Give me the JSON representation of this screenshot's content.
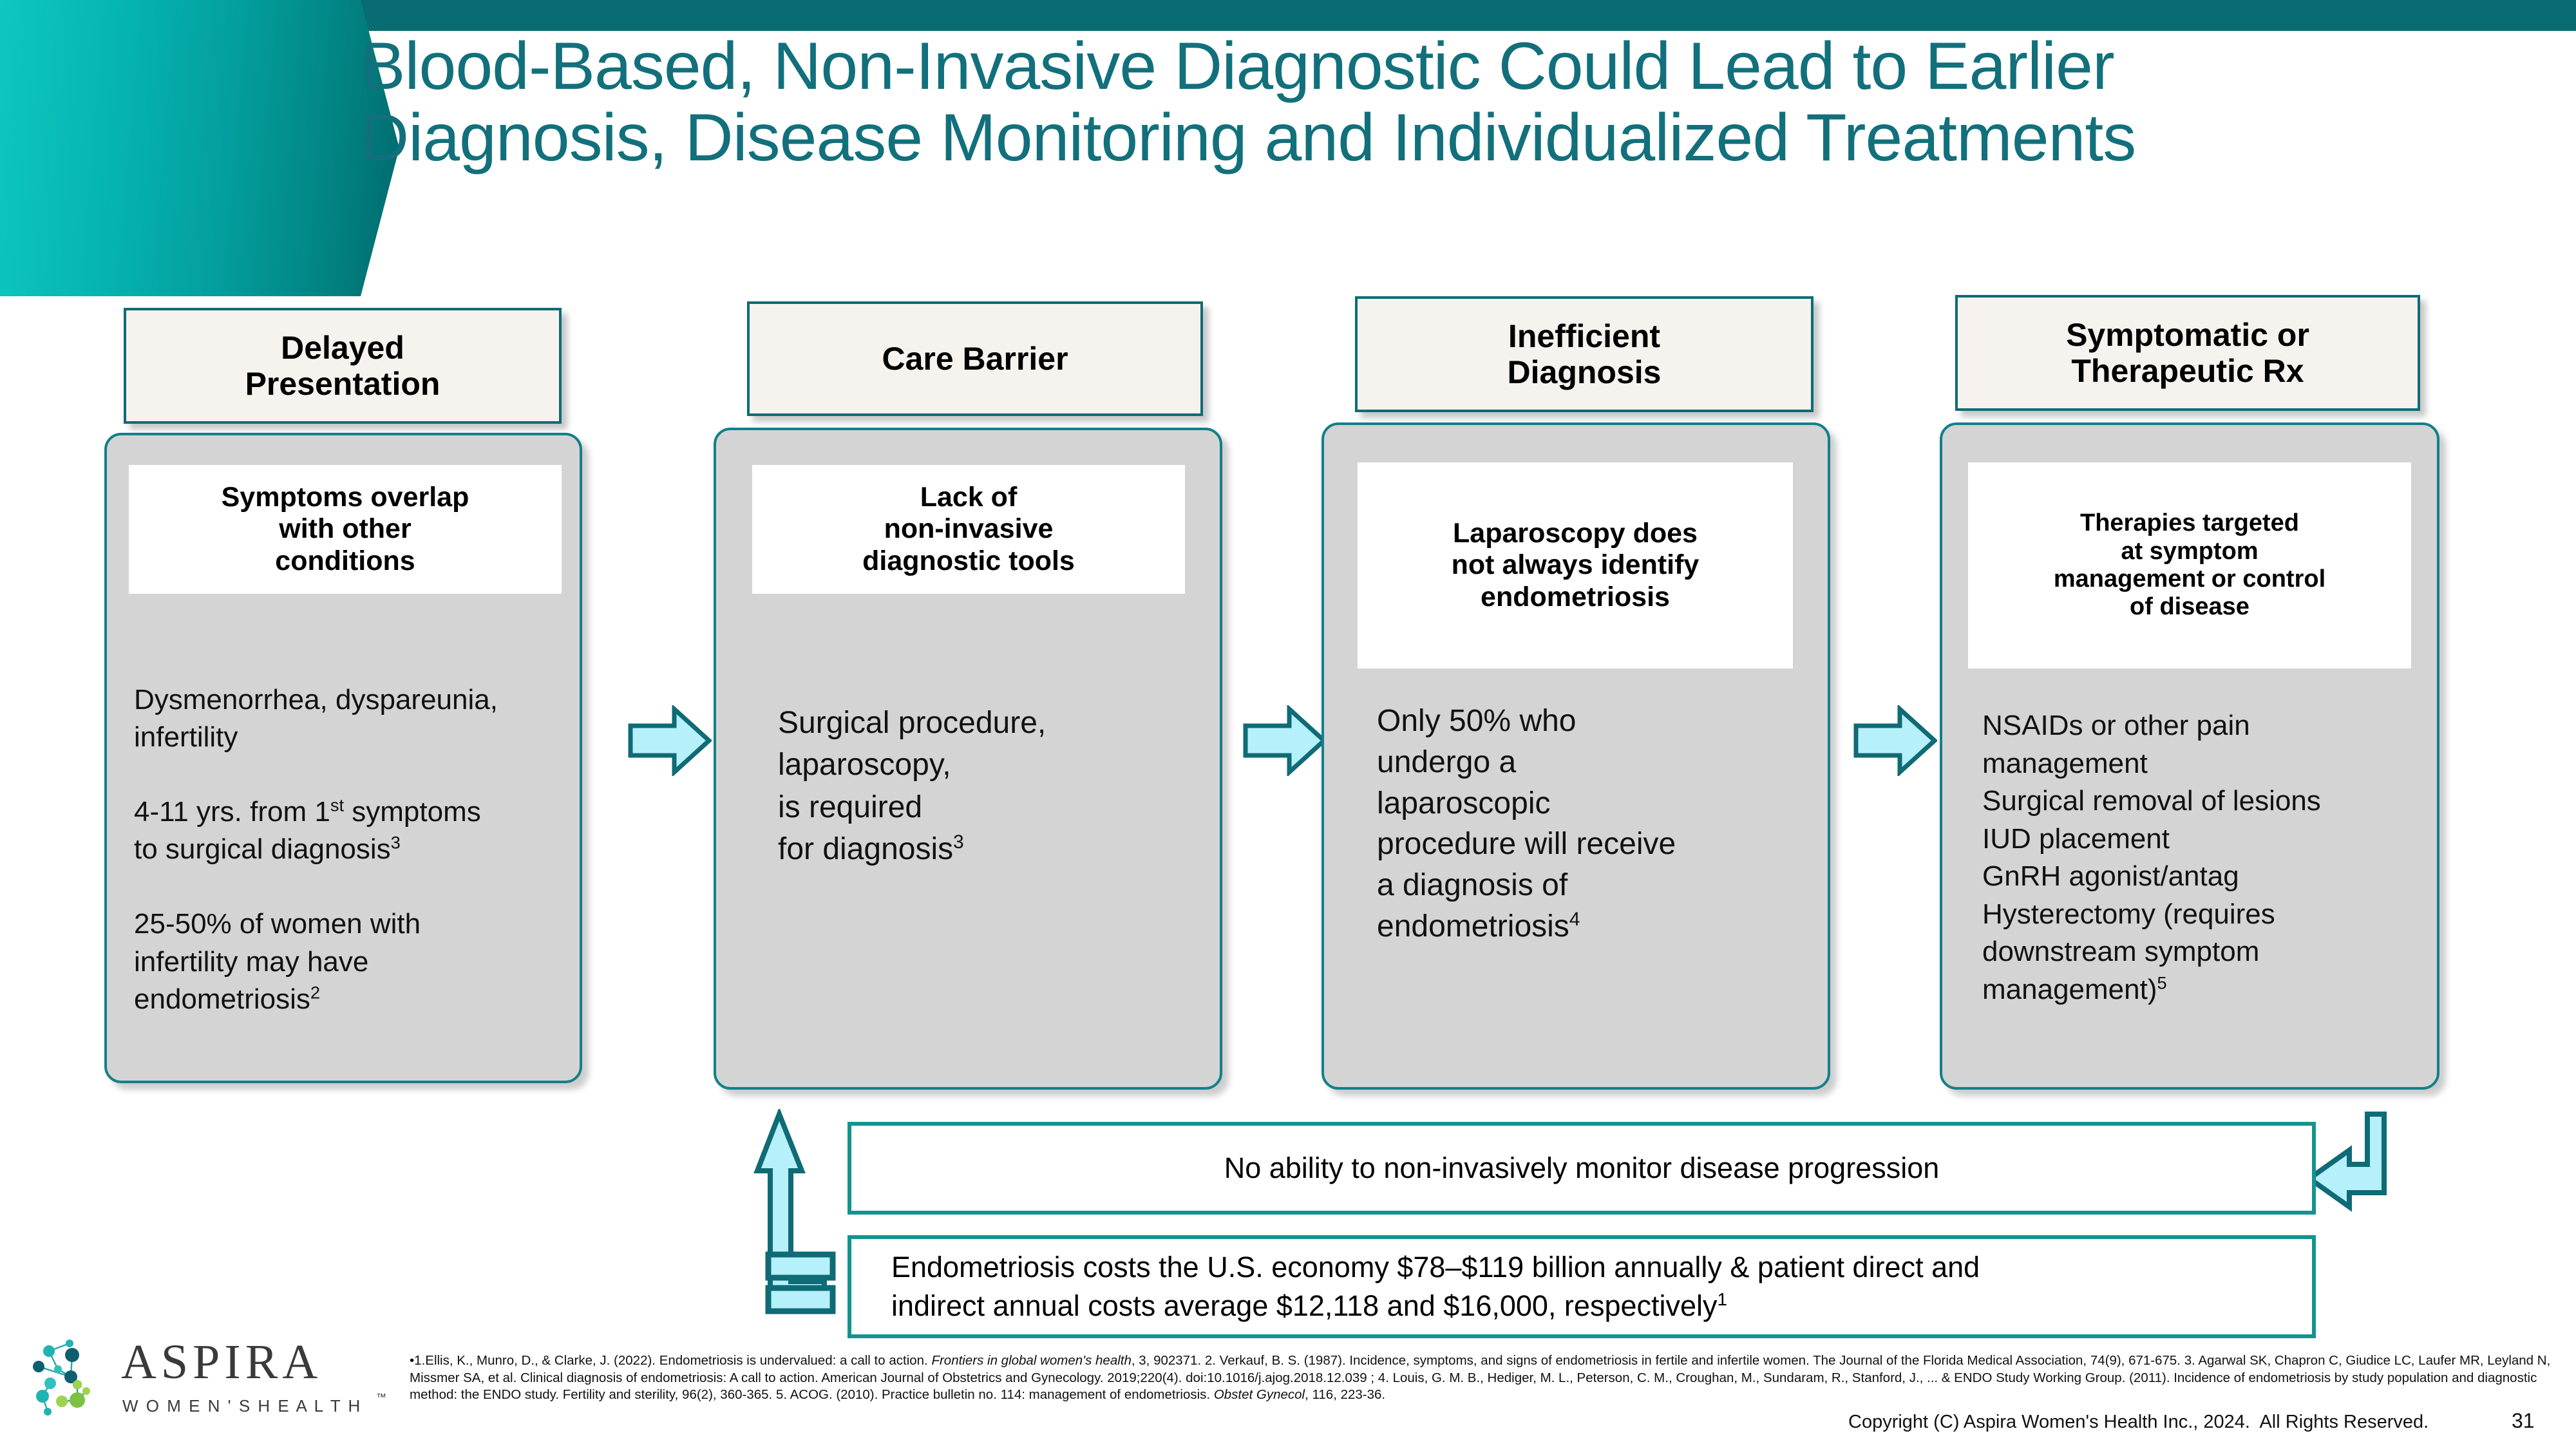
{
  "header": {
    "title": "Blood-Based, Non-Invasive Diagnostic  Could Lead to Earlier\nDiagnosis, Disease Monitoring and Individualized Treatments",
    "accent_color": "#12707c",
    "gradient_from": "#0ec7c0",
    "gradient_to": "#00686d",
    "topbar_color": "#0a6c73"
  },
  "columns": [
    {
      "cap": "Delayed\nPresentation",
      "highlight": "Symptoms overlap\nwith other\nconditions",
      "body": "Dysmenorrhea, dyspareunia,\ninfertility\n\n4-11 yrs. from 1st symptoms\nto surgical diagnosis3\n\n25-50% of women with\ninfertility may have\nendometriosis2"
    },
    {
      "cap": "Care Barrier",
      "highlight": "Lack of\nnon-invasive\ndiagnostic tools",
      "body": "Surgical procedure,\nlaparoscopy,\nis required\nfor diagnosis3"
    },
    {
      "cap": "Inefficient\nDiagnosis",
      "highlight": "Laparoscopy does\nnot always identify\nendometriosis",
      "body": "Only 50% who\nundergo a\nlaparoscopic\nprocedure will receive\na diagnosis of\nendometriosis4"
    },
    {
      "cap": "Symptomatic or\nTherapeutic Rx",
      "highlight": "Therapies targeted\nat symptom\nmanagement or control\nof disease",
      "body": "NSAIDs or other pain\nmanagement\nSurgical removal of lesions\nIUD placement\nGnRH agonist/antag\nHysterectomy (requires\ndownstream symptom\nmanagement)5"
    }
  ],
  "arrows": {
    "fill": "#b6f0fa",
    "stroke": "#0f6b75"
  },
  "bottom": {
    "monitor_box": "No ability to non-invasively monitor disease progression",
    "cost_box": "Endometriosis costs the U.S. economy $78–$119 billion annually & patient direct and\nindirect annual costs average $12,118 and $16,000, respectively1",
    "border_color": "#129490"
  },
  "footer": {
    "logo_name": "ASPIRA",
    "logo_tagline": "W O M E N ' S   H E A L T H",
    "logo_tm": "™",
    "references": "•1.Ellis, K., Munro, D., & Clarke, J. (2022). Endometriosis is undervalued: a call to action. Frontiers in global women's health, 3, 902371. 2. Verkauf, B. S. (1987). Incidence, symptoms, and signs of endometriosis in fertile and infertile women. The Journal of the Florida Medical Association, 74(9), 671-675. 3. Agarwal SK, Chapron C, Giudice LC, Laufer MR, Leyland N, Missmer SA, et al. Clinical diagnosis of endometriosis: A call to action. American Journal of Obstetrics and Gynecology. 2019;220(4). doi:10.1016/j.ajog.2018.12.039 ; 4.  Louis, G. M. B., Hediger, M. L., Peterson, C. M., Croughan, M., Sundaram, R., Stanford, J., ... & ENDO Study Working Group. (2011). Incidence of endometriosis by study population and diagnostic method: the ENDO study. Fertility and sterility, 96(2), 360-365. 5. ACOG. (2010). Practice bulletin no. 114: management of endometriosis. Obstet Gynecol, 116, 223-36.",
    "copyright": "Copyright (C) Aspira Women's Health Inc., 2024.  All Rights Reserved.",
    "page_number": "31"
  }
}
